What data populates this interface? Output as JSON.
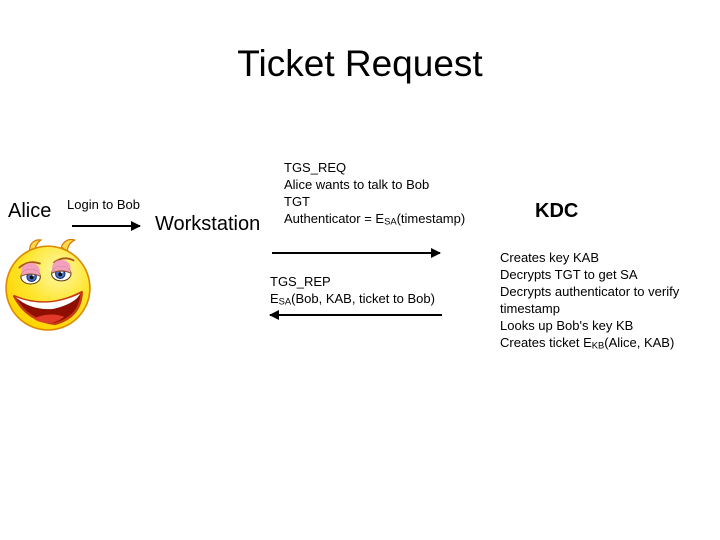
{
  "title": "Ticket Request",
  "actors": {
    "alice": "Alice",
    "workstation": "Workstation",
    "kdc": "KDC"
  },
  "login_flow": {
    "label": "Login to Bob"
  },
  "tgs_req": {
    "line1": "TGS_REQ",
    "line2": "Alice wants to talk to Bob",
    "line3": "TGT",
    "line4_prefix": "Authenticator = E",
    "line4_sub": "SA",
    "line4_suffix": "(timestamp)"
  },
  "tgs_rep": {
    "line1": "TGS_REP",
    "line2_prefix": "E",
    "line2_sub": "SA",
    "line2_suffix": "(Bob, KAB, ticket to Bob)"
  },
  "kdc_actions": {
    "line1": "Creates key KAB",
    "line2": "Decrypts TGT to get SA",
    "line3": "Decrypts authenticator to verify timestamp",
    "line4": "Looks up Bob's key KB",
    "line5_prefix": "Creates ticket E",
    "line5_sub": "KB",
    "line5_suffix": "(Alice, KAB)"
  },
  "icons": {
    "alice_avatar": "smiley-face"
  },
  "colors": {
    "background": "#ffffff",
    "text": "#000000",
    "arrow": "#000000",
    "smiley_yellow": "#FFE02E",
    "smiley_outline": "#DE8A00",
    "smiley_mouth": "#8E0E00",
    "smiley_eyeshadow": "#F2A0BE",
    "smiley_iris": "#4A74C8"
  }
}
